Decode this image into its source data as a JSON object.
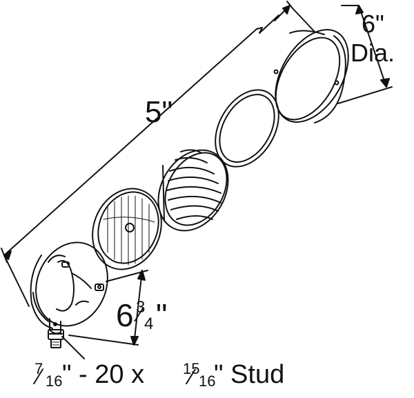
{
  "dimensions": {
    "length": "5\"",
    "diameter_value": "6\"",
    "diameter_suffix": "Dia.",
    "height_whole": "6",
    "height_num": "3",
    "height_den": "4",
    "height_unit": "\"",
    "stud_num1": "7",
    "stud_den1": "16",
    "stud_mid": "\" - 20 x ",
    "stud_num2": "15",
    "stud_den2": "16",
    "stud_tail": "\" Stud"
  },
  "colors": {
    "line": "#111111",
    "background": "#ffffff"
  }
}
